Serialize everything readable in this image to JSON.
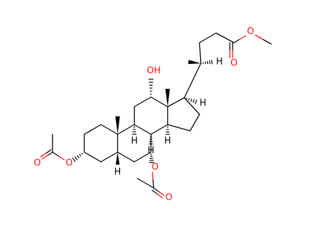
{
  "molecule": {
    "atom_labels": {
      "oh_12": "OH",
      "o_ester_methoxy": "O",
      "o_ester_carbonyl": "O",
      "o_acetoxy3_link": "O",
      "o_acetoxy3_carbonyl": "O",
      "o_acetoxy7_link": "O",
      "o_acetoxy7_carbonyl": "O",
      "h_c20": "H",
      "h_c17": "H",
      "h_c9": "H",
      "h_c8": "H",
      "h_c14": "H",
      "h_c5": "H"
    },
    "colors": {
      "bond": "#000000",
      "oxygen": "#ff0d0d",
      "hydrogen": "#000000",
      "background": "#ffffff"
    }
  }
}
